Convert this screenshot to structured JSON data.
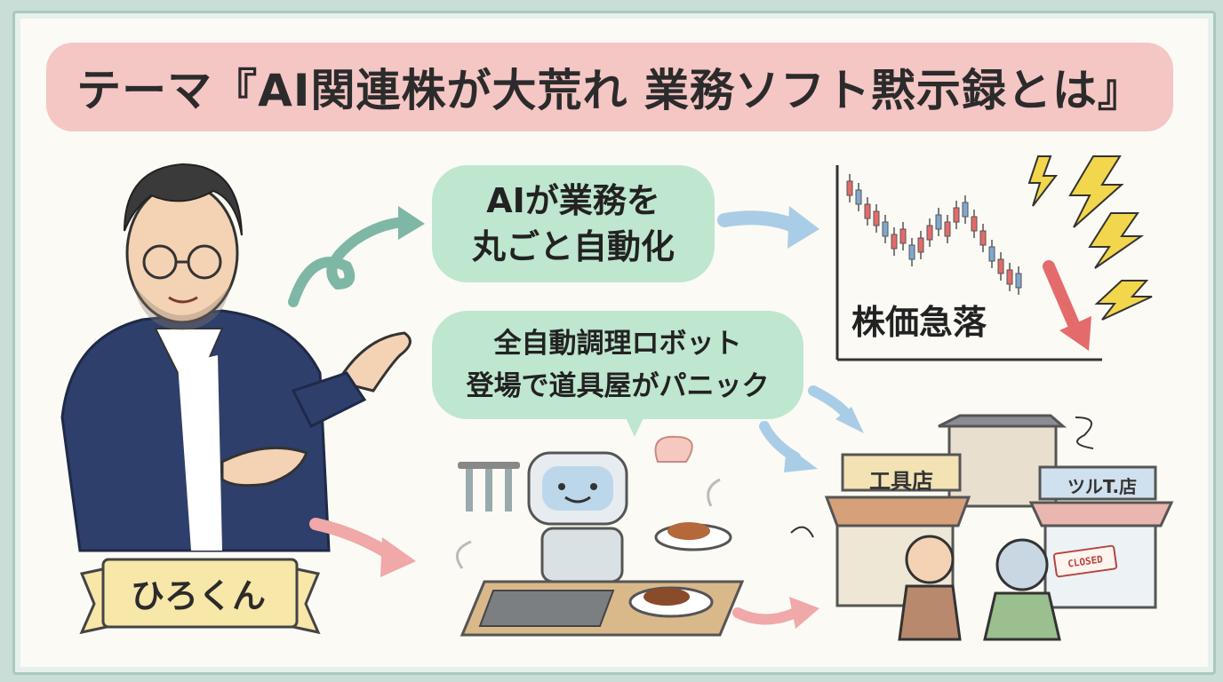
{
  "title": "テーマ『AI関連株が大荒れ 業務ソフト黙示録とは』",
  "bubble_top": {
    "line1": "AIが業務を",
    "line2": "丸ごと自動化"
  },
  "bubble_bottom": {
    "line1": "全自動調理ロボット",
    "line2": "登場で道具屋がパニック"
  },
  "stock_chart": {
    "label": "株価急落"
  },
  "nameplate": {
    "name": "ひろくん"
  },
  "shops": {
    "sign_left": "工具店",
    "sign_right": "ツルT.店",
    "closed_sign": "CLOSED"
  },
  "colors": {
    "title_banner": "#f4c6c4",
    "speech_bubble": "#bfe6cf",
    "board_frame": "#a9c9bd",
    "arrow_teal": "#7fb7a6",
    "arrow_blue": "#a9cde6",
    "arrow_pink": "#f0a8a8",
    "lightning": "#f2d64b",
    "candle_red": "#e46b6b",
    "candle_blue": "#7fa8cf",
    "nameplate": "#f7e7a8"
  }
}
